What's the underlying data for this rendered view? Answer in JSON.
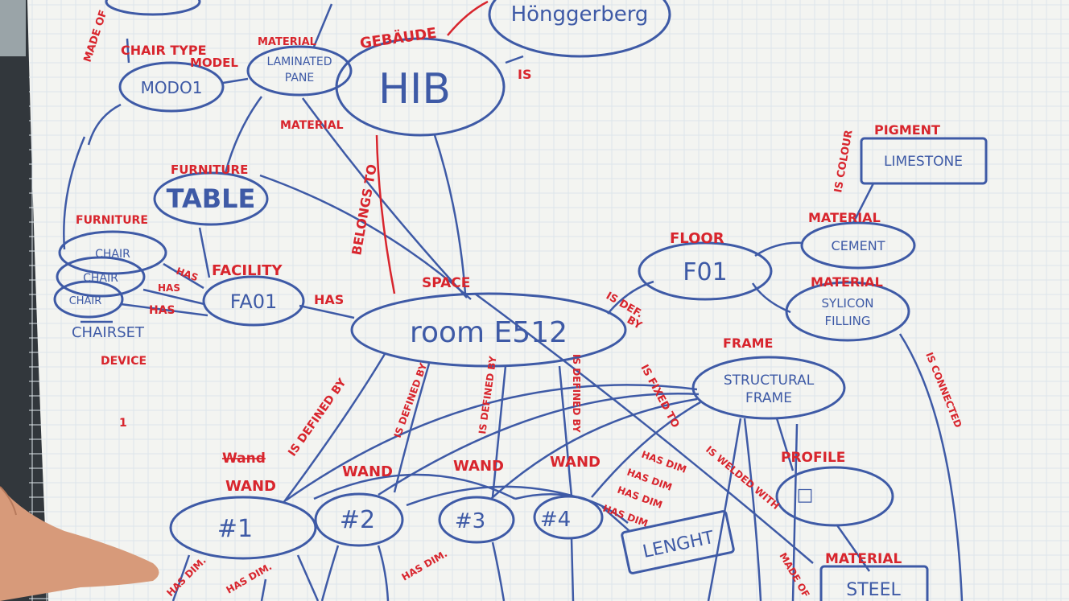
{
  "nodes": {
    "modo1": "MODO1",
    "laminated_pane": [
      "LAMINATED",
      "PANE"
    ],
    "hib": "HIB",
    "hoenggerberg": "Hönggerberg",
    "table": "TABLE",
    "chair_a": "CHAIR",
    "chair_b": "CHAIR",
    "chair_c": "CHAIR",
    "fa01": "FA01",
    "room": "room E512",
    "f01": "F01",
    "cement": "CEMENT",
    "sylicon_filling": [
      "SYLICON",
      "FILLING"
    ],
    "limestone": "LIMESTONE",
    "structural_frame": [
      "STRUCTURAL",
      "FRAME"
    ],
    "profile_symbol": "□",
    "n1": "#1",
    "n2": "#2",
    "n3": "#3",
    "n4": "#4",
    "lenght": "LENGHT",
    "steel": "STEEL",
    "chairset": "CHAIRSET"
  },
  "labels": {
    "made_of": "MADE OF",
    "chair_type": "CHAIR TYPE",
    "model": "MODEL",
    "material_top": "MATERIAL",
    "gebaude": "GEBÄUDE",
    "is": "IS",
    "material_pane": "MATERIAL",
    "belongs_to": "BELONGS TO",
    "furniture_table": "FURNITURE",
    "furniture_chair": "FURNITURE",
    "facility": "FACILITY",
    "has1": "HAS",
    "has2": "HAS",
    "has3": "HAS",
    "has_room": "HAS",
    "space": "SPACE",
    "device": "DEVICE",
    "floor": "FLOOR",
    "is_def_by": [
      "IS DEF.",
      "BY"
    ],
    "material_cement": "MATERIAL",
    "material_sylicon": "MATERIAL",
    "pigment": "PIGMENT",
    "is_colour": "IS COLOUR",
    "frame": "FRAME",
    "is_fixed_to": "IS FIXED TO",
    "is_connected": "IS CONNECTED",
    "profile": "PROFILE",
    "material_steel": "MATERIAL",
    "made_of_2": "MADE OF",
    "is_defined_by_1": "IS DEFINED BY",
    "is_defined_by_2": "IS DEFINED BY",
    "is_defined_by_3": "IS DEFINED BY",
    "is_defined_by_4": "IS DEFINED BY",
    "wand_strike": "Wand",
    "wand1": "WAND",
    "wand2": "WAND",
    "wand3": "WAND",
    "wand4": "WAND",
    "has_dim_1": "HAS DIM",
    "has_dim_2": "HAS DIM",
    "has_dim_3": "HAS DIM",
    "has_dim_4": "HAS DIM",
    "has_dim_a": "HAS DIM.",
    "has_dim_b": "HAS DIM.",
    "has_dim_c": "HAS DIM.",
    "is_welded_with": "IS WELDED WITH",
    "misc_1": "1"
  },
  "colors": {
    "blue": "#3e5aa6",
    "red": "#d8252d",
    "paper": "#f3f4f1",
    "grid": "#d5dfe6",
    "skin": "#d79a7a"
  }
}
